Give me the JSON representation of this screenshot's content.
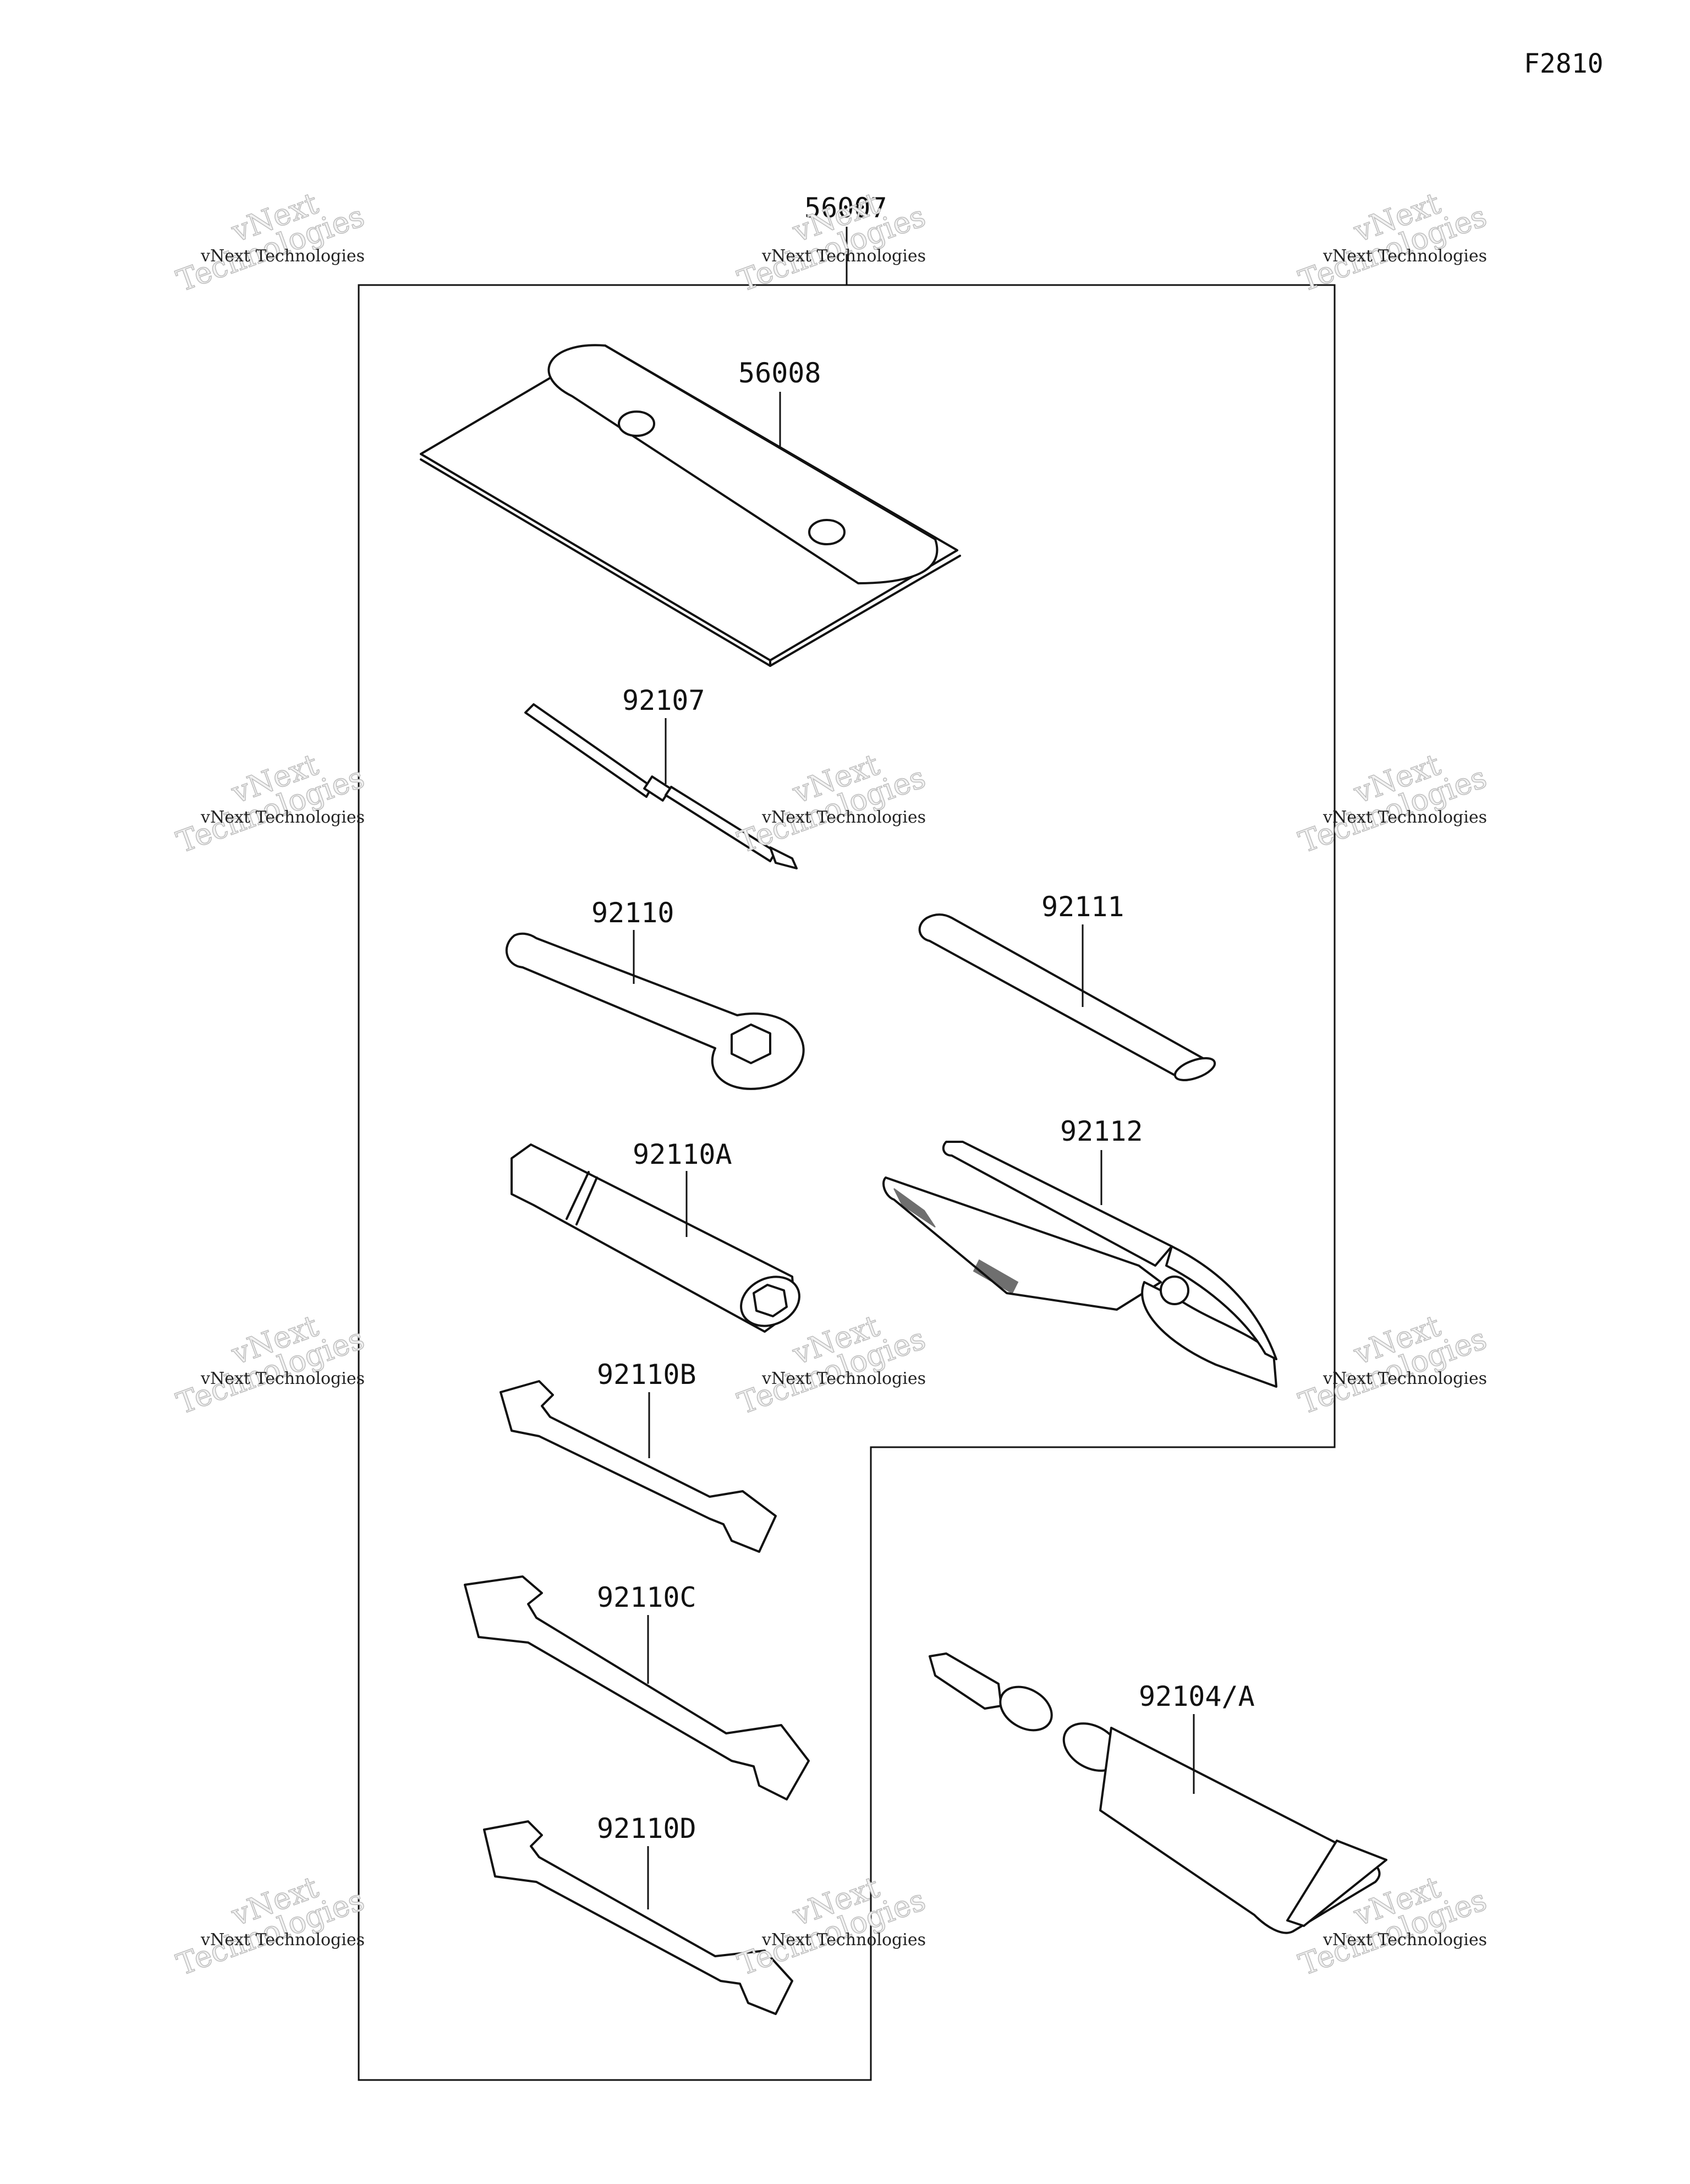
{
  "diagram_code": "F2810",
  "kit": {
    "part_number": "56007"
  },
  "parts": [
    {
      "id": "bag",
      "part_number": "56008"
    },
    {
      "id": "screwdriver",
      "part_number": "92107"
    },
    {
      "id": "wrench",
      "part_number": "92110"
    },
    {
      "id": "handle",
      "part_number": "92111"
    },
    {
      "id": "box-wrench",
      "part_number": "92110A"
    },
    {
      "id": "pliers",
      "part_number": "92112"
    },
    {
      "id": "spanner-b",
      "part_number": "92110B"
    },
    {
      "id": "spanner-c",
      "part_number": "92110C"
    },
    {
      "id": "spanner-d",
      "part_number": "92110D"
    },
    {
      "id": "grease",
      "part_number": "92104/A"
    }
  ],
  "watermark": {
    "line1": "vNext Technologies",
    "line2": "vNext",
    "line3": "Technologies"
  }
}
